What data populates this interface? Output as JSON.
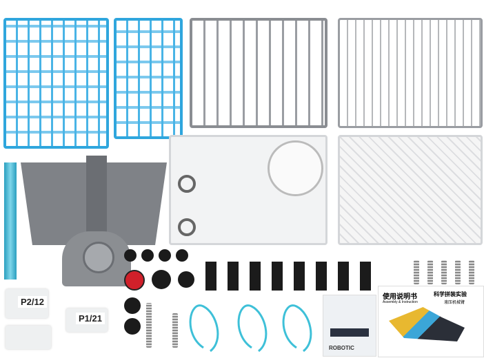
{
  "bags": [
    {
      "label": "P2/12"
    },
    {
      "label": "P1/21"
    }
  ],
  "sticker_sheet": {
    "brand": "ROBOTIC"
  },
  "manual": {
    "title_cn": "使用说明书",
    "title_en": "Assembly & Instruction",
    "product_cn": "科学拼装实验",
    "product_sub_cn": "液压机械臂"
  },
  "colors": {
    "blue": "#2fa6dd",
    "gray": "#8a8d92",
    "tube": "#3ec0d8"
  }
}
